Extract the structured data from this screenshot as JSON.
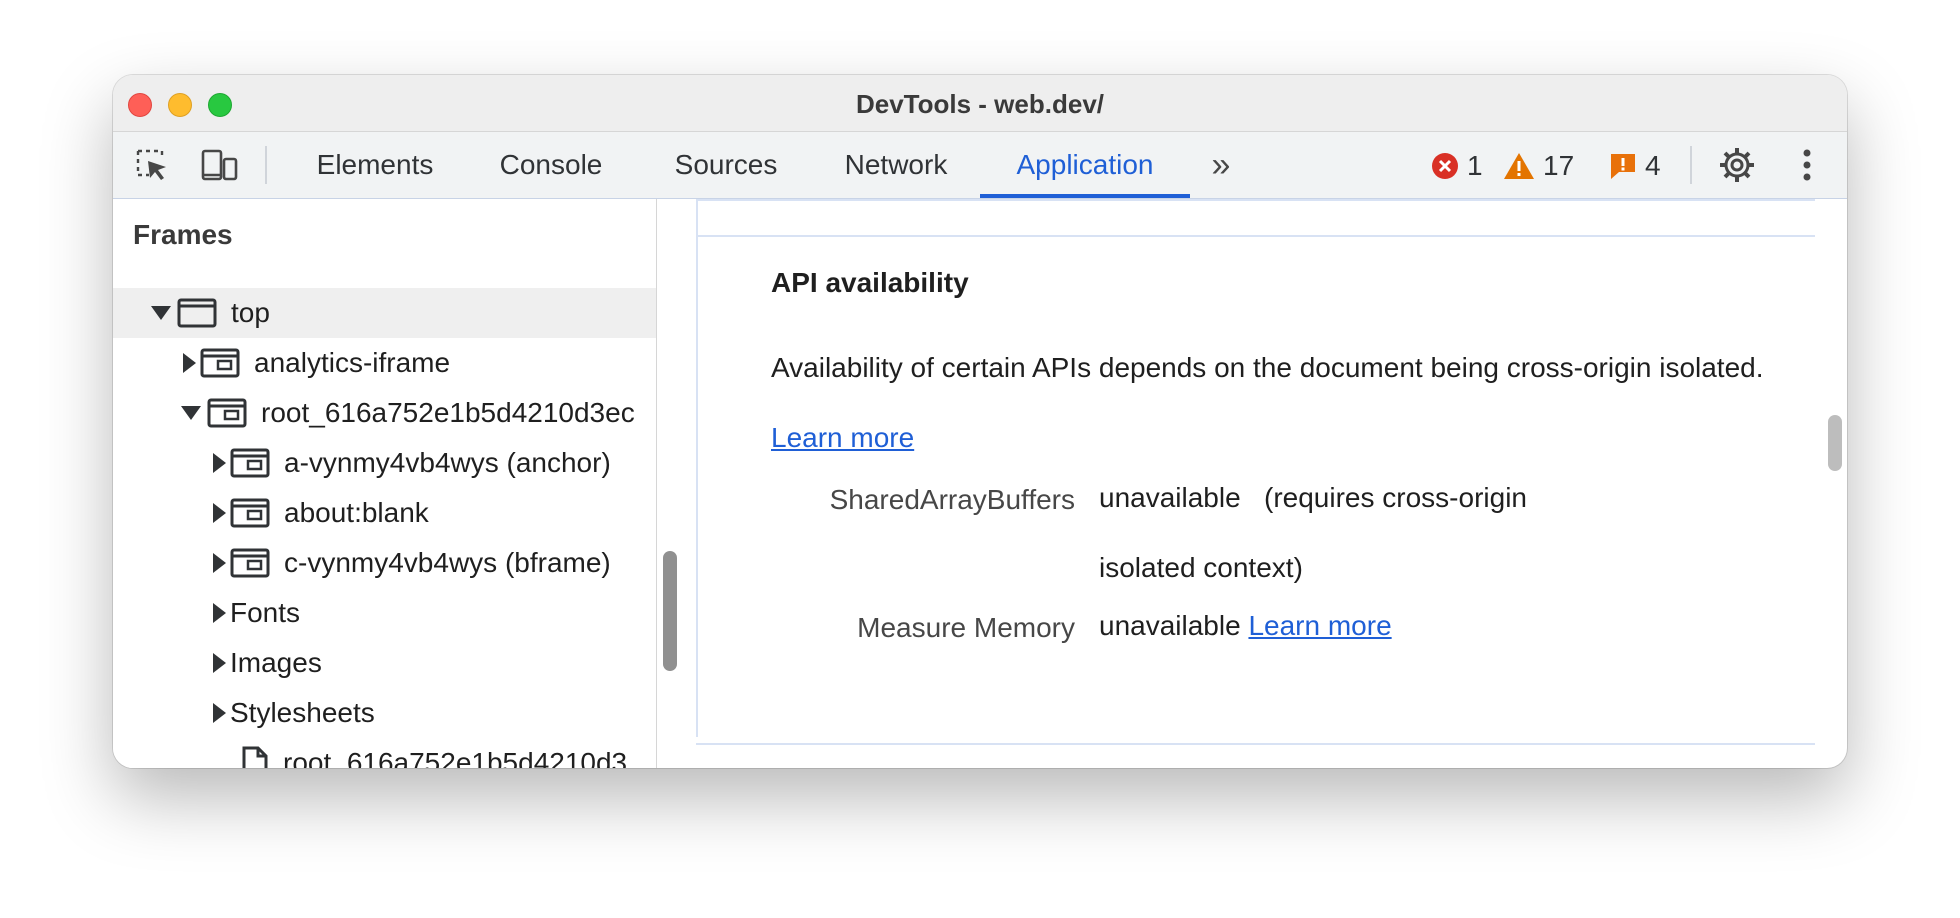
{
  "window": {
    "title": "DevTools - web.dev/"
  },
  "toolbar": {
    "tabs": [
      "Elements",
      "Console",
      "Sources",
      "Network",
      "Application"
    ],
    "active_tab": "Application",
    "more_tabs": "»",
    "errors": "1",
    "warnings": "17",
    "issues": "4",
    "accent_color": "#1f5fd6",
    "error_color": "#d93025",
    "warning_color": "#e37400",
    "issue_color": "#e8710a"
  },
  "left_panel": {
    "header": "Frames",
    "tree": [
      {
        "label": "top",
        "expanded": true,
        "icon": "frame-icon"
      },
      {
        "label": "analytics-iframe",
        "expanded": false,
        "icon": "iframe-icon"
      },
      {
        "label": "root_616a752e1b5d4210d3ec",
        "expanded": true,
        "icon": "iframe-icon"
      },
      {
        "label": "a-vynmy4vb4wys (anchor)",
        "expanded": false,
        "icon": "iframe-icon"
      },
      {
        "label": "about:blank",
        "expanded": false,
        "icon": "iframe-icon"
      },
      {
        "label": "c-vynmy4vb4wys (bframe)",
        "expanded": false,
        "icon": "iframe-icon"
      },
      {
        "label": "Fonts",
        "expanded": false,
        "icon": ""
      },
      {
        "label": "Images",
        "expanded": false,
        "icon": ""
      },
      {
        "label": "Stylesheets",
        "expanded": false,
        "icon": ""
      },
      {
        "label": "root_616a752e1b5d4210d3",
        "expanded": false,
        "icon": "file-icon"
      }
    ]
  },
  "right_panel": {
    "section_title": "API availability",
    "description": "Availability of certain APIs depends on the document being cross-origin isolated.",
    "learn_more": "Learn more",
    "rows": [
      {
        "key": "SharedArrayBuffers",
        "value": "unavailable",
        "note": "(requires cross-origin isolated context)"
      },
      {
        "key": "Measure Memory",
        "value": "unavailable",
        "link": "Learn more"
      }
    ]
  }
}
